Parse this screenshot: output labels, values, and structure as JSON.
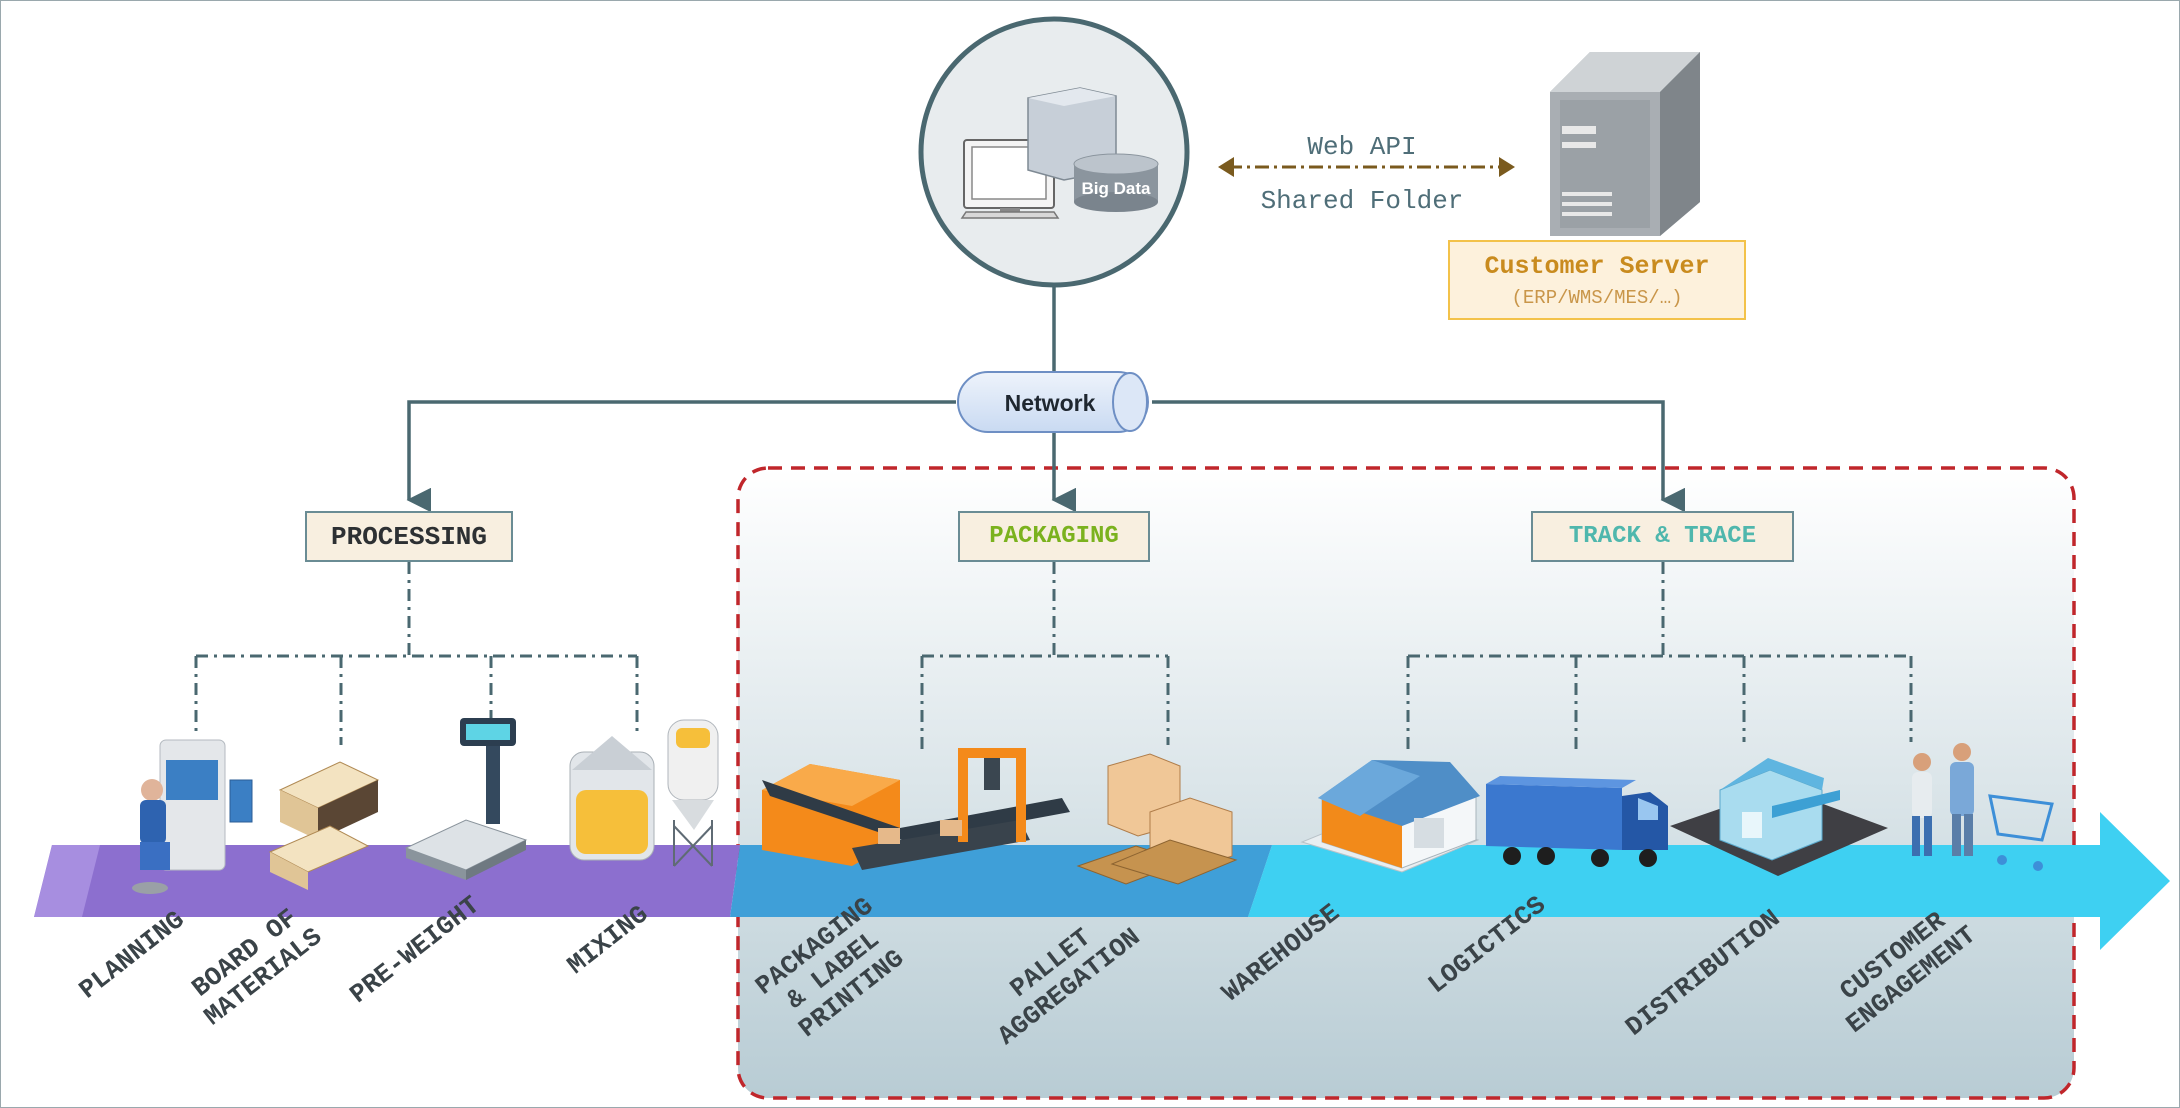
{
  "server": {
    "big_data_label": "Big Data",
    "web_api": "Web API",
    "shared_folder": "Shared Folder",
    "customer_server_title": "Customer Server",
    "customer_server_sub": "(ERP/WMS/MES/…)"
  },
  "network": {
    "label": "Network"
  },
  "groups": {
    "processing": "PROCESSING",
    "packaging": "PACKAGING",
    "track_trace": "TRACK & TRACE"
  },
  "stages": {
    "planning": "PLANNING",
    "board_materials": "BOARD OF\nMATERIALS",
    "pre_weight": "PRE-WEIGHT",
    "mixing": "MIXING",
    "packaging_label": "PACKAGING\n& LABEL\nPRINTING",
    "pallet": "PALLET\nAGGREGATION",
    "warehouse": "WAREHOUSE",
    "logistics": "LOGICTICS",
    "distribution": "DISTRIBUTION",
    "customer": "CUSTOMER\nENGAGEMENT"
  },
  "colors": {
    "line": "#4a6870",
    "processing_text": "#2d3033",
    "packaging_text": "#7bb21e",
    "track_text": "#4fb7ad",
    "customer_text": "#c98b1e",
    "dash_box": "#c0262b",
    "band_purple": "#8c6fcf",
    "band_blue": "#3f9fd8",
    "band_cyan": "#3ed0f2"
  }
}
